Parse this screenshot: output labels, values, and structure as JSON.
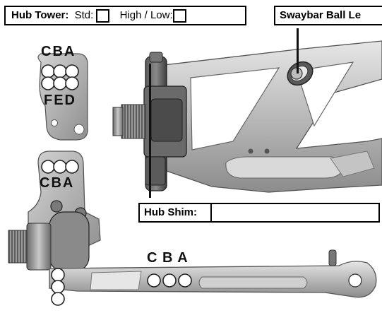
{
  "hub_tower": {
    "title": "Hub Tower:",
    "std_label": "Std:",
    "high_low_label": "High / Low:"
  },
  "swaybar": {
    "title": "Swaybar Ball Le"
  },
  "hub_shim": {
    "title": "Hub Shim:"
  },
  "tower_holes": {
    "top_letters": "CBA",
    "bottom_letters": "FED"
  },
  "steering_block": {
    "letters": "CBA"
  },
  "lower_arm": {
    "letters": "C B A"
  }
}
